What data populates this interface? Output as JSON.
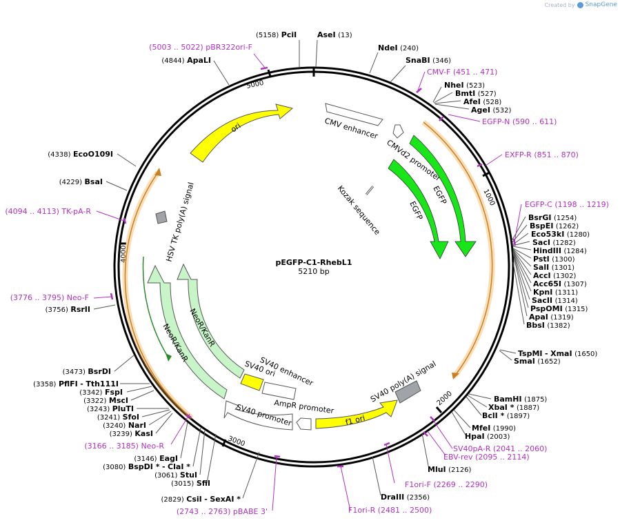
{
  "watermark": {
    "created_by": "Created by",
    "brand": "SnapGene"
  },
  "plasmid": {
    "name": "pEGFP-C1-RhebL1",
    "size": "5210 bp",
    "length": 5210
  },
  "ticks": [
    "1000",
    "2000",
    "3000",
    "4000",
    "5000"
  ],
  "colors": {
    "egfp": "#19e619",
    "ori": "#ffff00",
    "neo": "#c8f5c8",
    "orange": "#f0a030",
    "primer": "#b030c0"
  },
  "features": [
    {
      "label": "CMV enhancer"
    },
    {
      "label": "CMVd2 promoter"
    },
    {
      "label": "EGFP"
    },
    {
      "label": "EGFP"
    },
    {
      "label": "Kozak sequence"
    },
    {
      "label": "SV40 poly(A) signal"
    },
    {
      "label": "f1 ori"
    },
    {
      "label": "AmpR promoter"
    },
    {
      "label": "SV40 promoter"
    },
    {
      "label": "SV40 ori"
    },
    {
      "label": "SV40 enhancer"
    },
    {
      "label": "NeoR/KanR"
    },
    {
      "label": "NeoR/KanR"
    },
    {
      "label": "HSV TK poly(A) signal"
    },
    {
      "label": "ori"
    }
  ],
  "sites_right": [
    {
      "pos": "(5158)",
      "name": "PciI"
    },
    {
      "name": "AseI",
      "pos": "(13)"
    },
    {
      "name": "NdeI",
      "pos": "(240)"
    },
    {
      "name": "SnaBI",
      "pos": "(346)"
    },
    {
      "name": "NheI",
      "pos": "(523)"
    },
    {
      "name": "BmtI",
      "pos": "(527)"
    },
    {
      "name": "AfeI",
      "pos": "(528)"
    },
    {
      "name": "AgeI",
      "pos": "(532)"
    },
    {
      "name": "BsrGI",
      "pos": "(1254)"
    },
    {
      "name": "BspEI",
      "pos": "(1262)"
    },
    {
      "name": "Eco53kI",
      "pos": "(1280)"
    },
    {
      "name": "SacI",
      "pos": "(1282)"
    },
    {
      "name": "HindIII",
      "pos": "(1284)"
    },
    {
      "name": "PstI",
      "pos": "(1300)"
    },
    {
      "name": "SalI",
      "pos": "(1301)"
    },
    {
      "name": "AccI",
      "pos": "(1302)"
    },
    {
      "name": "Acc65I",
      "pos": "(1307)"
    },
    {
      "name": "KpnI",
      "pos": "(1311)"
    },
    {
      "name": "SacII",
      "pos": "(1314)"
    },
    {
      "name": "PspOMI",
      "pos": "(1315)"
    },
    {
      "name": "ApaI",
      "pos": "(1319)"
    },
    {
      "name": "BbsI",
      "pos": "(1382)"
    },
    {
      "name": "TspMI",
      "sep": "-",
      "name2": "XmaI",
      "pos": "(1650)"
    },
    {
      "name": "SmaI",
      "pos": "(1652)"
    },
    {
      "name": "BamHI",
      "pos": "(1875)"
    },
    {
      "name": "XbaI *",
      "pos": "(1887)"
    },
    {
      "name": "BclI *",
      "pos": "(1897)"
    },
    {
      "name": "MfeI",
      "pos": "(1990)"
    },
    {
      "name": "HpaI",
      "pos": "(2003)"
    },
    {
      "name": "MluI",
      "pos": "(2126)"
    },
    {
      "name": "DraIII",
      "pos": "(2356)"
    }
  ],
  "sites_left": [
    {
      "pos": "(4844)",
      "name": "ApaLI"
    },
    {
      "pos": "(4338)",
      "name": "EcoO109I"
    },
    {
      "pos": "(4229)",
      "name": "BsaI"
    },
    {
      "pos": "(3756)",
      "name": "RsrII"
    },
    {
      "pos": "(3473)",
      "name": "BsrDI"
    },
    {
      "pos": "(3358)",
      "name": "PflFI",
      "sep": "-",
      "name2": "Tth111I"
    },
    {
      "pos": "(3342)",
      "name": "FspI"
    },
    {
      "pos": "(3322)",
      "name": "MscI"
    },
    {
      "pos": "(3243)",
      "name": "PluTI"
    },
    {
      "pos": "(3241)",
      "name": "SfoI"
    },
    {
      "pos": "(3240)",
      "name": "NarI"
    },
    {
      "pos": "(3239)",
      "name": "KasI"
    },
    {
      "pos": "(3146)",
      "name": "EagI"
    },
    {
      "pos": "(3080)",
      "name": "BspDI *",
      "sep": "-",
      "name2": "ClaI *"
    },
    {
      "pos": "(3061)",
      "name": "StuI"
    },
    {
      "pos": "(3015)",
      "name": "SfiI"
    },
    {
      "pos": "(2829)",
      "name": "CsiI",
      "sep": "-",
      "name2": "SexAI *"
    }
  ],
  "primers": [
    {
      "range": "(5003 .. 5022)",
      "name": "pBR322ori-F"
    },
    {
      "name": "CMV-F",
      "range": "(451 .. 471)"
    },
    {
      "name": "EGFP-N",
      "range": "(590 .. 611)"
    },
    {
      "name": "EXFP-R",
      "range": "(851 .. 870)"
    },
    {
      "name": "EGFP-C",
      "range": "(1198 .. 1219)"
    },
    {
      "name": "SV40pA-R",
      "range": "(2041 .. 2060)"
    },
    {
      "name": "EBV-rev",
      "range": "(2095 .. 2114)"
    },
    {
      "name": "F1ori-F",
      "range": "(2269 .. 2290)"
    },
    {
      "name": "F1ori-R",
      "range": "(2481 .. 2500)"
    },
    {
      "range": "(2743 .. 2763)",
      "name": "pBABE 3'"
    },
    {
      "range": "(3166 .. 3185)",
      "name": "Neo-R"
    },
    {
      "range": "(3776 .. 3795)",
      "name": "Neo-F"
    },
    {
      "range": "(4094 .. 4113)",
      "name": "TK-pA-R"
    }
  ]
}
